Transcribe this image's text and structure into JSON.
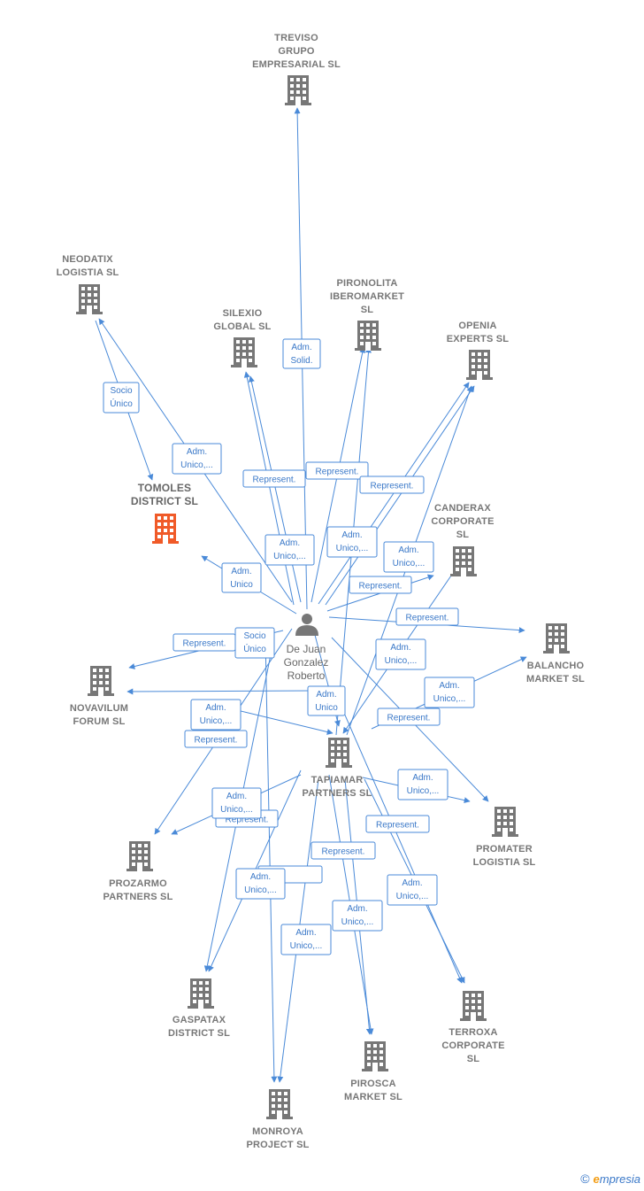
{
  "person": {
    "name_lines": [
      "De Juan",
      "Gonzalez",
      "Roberto"
    ]
  },
  "companies": [
    {
      "id": "treviso",
      "lines": [
        "TREVISO",
        "GRUPO",
        "EMPRESARIAL SL"
      ],
      "highlight": false
    },
    {
      "id": "neodatix",
      "lines": [
        "NEODATIX",
        "LOGISTIA  SL"
      ],
      "highlight": false
    },
    {
      "id": "pironolita",
      "lines": [
        "PIRONOLITA",
        "IBEROMARKET",
        "SL"
      ],
      "highlight": false
    },
    {
      "id": "silexio",
      "lines": [
        "SILEXIO",
        "GLOBAL  SL"
      ],
      "highlight": false
    },
    {
      "id": "openia",
      "lines": [
        "OPENIA",
        "EXPERTS  SL"
      ],
      "highlight": false
    },
    {
      "id": "tomoles",
      "lines": [
        "TOMOLES",
        "DISTRICT  SL"
      ],
      "highlight": true
    },
    {
      "id": "canderax",
      "lines": [
        "CANDERAX",
        "CORPORATE",
        "SL"
      ],
      "highlight": false
    },
    {
      "id": "balancho",
      "lines": [
        "BALANCHO",
        "MARKET  SL"
      ],
      "highlight": false
    },
    {
      "id": "novavilum",
      "lines": [
        "NOVAVILUM",
        "FORUM  SL"
      ],
      "highlight": false
    },
    {
      "id": "tapiamar",
      "lines": [
        "TAPIAMAR",
        "PARTNERS  SL"
      ],
      "highlight": false
    },
    {
      "id": "promater",
      "lines": [
        "PROMATER",
        "LOGISTIA  SL"
      ],
      "highlight": false
    },
    {
      "id": "prozarmo",
      "lines": [
        "PROZARMO",
        "PARTNERS  SL"
      ],
      "highlight": false
    },
    {
      "id": "gaspatax",
      "lines": [
        "GASPATAX",
        "DISTRICT  SL"
      ],
      "highlight": false
    },
    {
      "id": "terroxa",
      "lines": [
        "TERROXA",
        "CORPORATE",
        "SL"
      ],
      "highlight": false
    },
    {
      "id": "pirosca",
      "lines": [
        "PIROSCA",
        "MARKET  SL"
      ],
      "highlight": false
    },
    {
      "id": "monroya",
      "lines": [
        "MONROYA",
        "PROJECT  SL"
      ],
      "highlight": false
    }
  ],
  "edge_labels": [
    {
      "lines": [
        "Adm.",
        "Solid."
      ]
    },
    {
      "lines": [
        "Socio",
        "Único"
      ]
    },
    {
      "lines": [
        "Adm.",
        "Unico,..."
      ]
    },
    {
      "lines": [
        "Represent."
      ]
    },
    {
      "lines": [
        "Represent."
      ]
    },
    {
      "lines": [
        "Represent."
      ]
    },
    {
      "lines": [
        "Adm.",
        "Unico,..."
      ]
    },
    {
      "lines": [
        "Adm.",
        "Unico,..."
      ]
    },
    {
      "lines": [
        "Adm.",
        "Unico,..."
      ]
    },
    {
      "lines": [
        "Adm.",
        "Unico"
      ]
    },
    {
      "lines": [
        "Represent."
      ]
    },
    {
      "lines": [
        "Represent."
      ]
    },
    {
      "lines": [
        "Represent."
      ]
    },
    {
      "lines": [
        "Socio",
        "Único"
      ]
    },
    {
      "lines": [
        "Adm.",
        "Unico,..."
      ]
    },
    {
      "lines": [
        "Adm.",
        "Unico"
      ]
    },
    {
      "lines": [
        "Adm.",
        "Unico,..."
      ]
    },
    {
      "lines": [
        "Adm.",
        "Unico,..."
      ]
    },
    {
      "lines": [
        "Represent."
      ]
    },
    {
      "lines": [
        "Represent."
      ]
    },
    {
      "lines": [
        "Adm.",
        "Unico,..."
      ]
    },
    {
      "lines": [
        "Represent."
      ]
    },
    {
      "lines": [
        "Adm.",
        "Unico,..."
      ]
    },
    {
      "lines": [
        "Represent."
      ]
    },
    {
      "lines": [
        "Represent."
      ]
    },
    {
      "lines": [
        "Adm.",
        "Unico,..."
      ]
    },
    {
      "lines": [
        "Adm.",
        "Unico,..."
      ]
    },
    {
      "lines": [
        "Adm.",
        "Unico,..."
      ]
    },
    {
      "lines": [
        "Adm.",
        "Unico,..."
      ]
    }
  ],
  "footer": {
    "copyright": "©",
    "brand_initial": "e",
    "brand_rest": "mpresia"
  },
  "colors": {
    "edge": "#4a8ad8",
    "building": "#777777",
    "highlight": "#f05a28",
    "person": "#777777"
  }
}
